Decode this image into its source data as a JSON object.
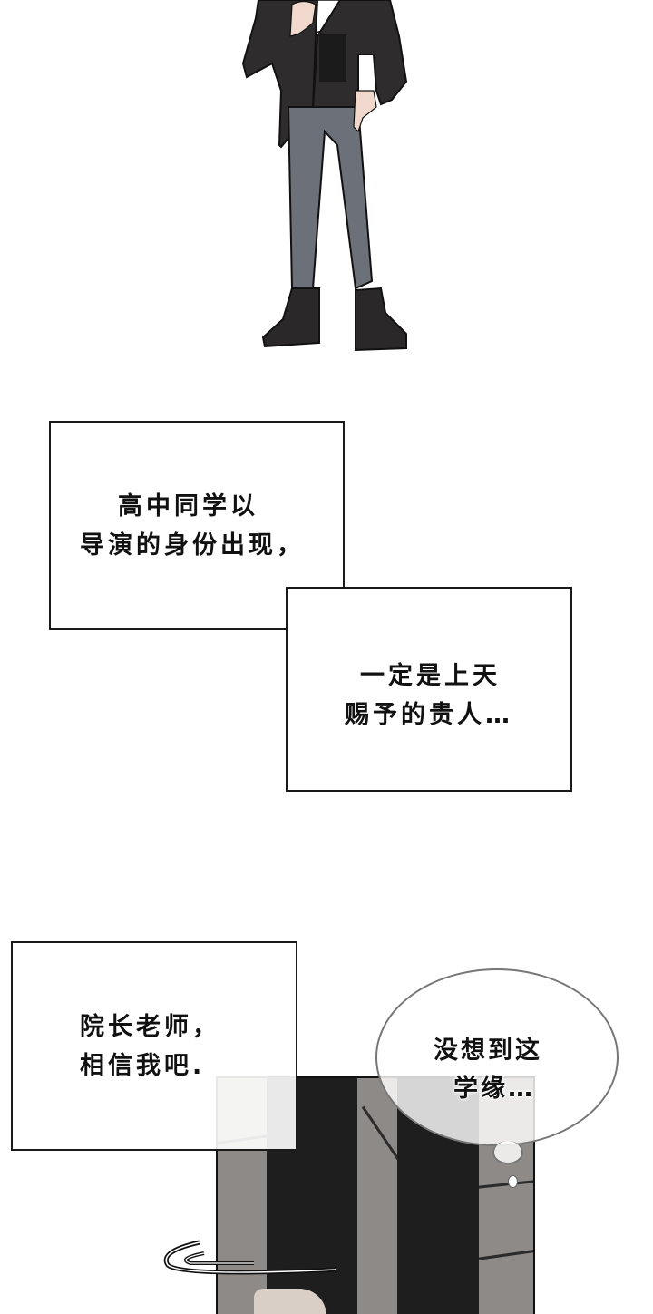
{
  "comic": {
    "panel1": {
      "description": "Standing figure in black jacket, grey jeans, black boots, holding a white paper",
      "colors": {
        "jacket": "#2e2c2c",
        "shirt": "#1b1b1b",
        "jeans": "#6b7079",
        "boots": "#2a2828",
        "skin": "#f1d8cc",
        "paper": "#ffffff"
      }
    },
    "caption1": {
      "lines": [
        "高中同学以",
        "导演的身份出现，"
      ]
    },
    "caption2": {
      "lines": [
        "一定是上天",
        "赐予的贵人…"
      ]
    },
    "caption3": {
      "lines": [
        "院长老师，",
        "相信我吧."
      ]
    },
    "bubble": {
      "lines": [
        "没想到这",
        "学缘…"
      ]
    },
    "panel2": {
      "description": "Close-up of legs in black trousers on tiled floor, motion swoosh lines",
      "colors": {
        "floor": "#8e8a88",
        "trousers": "#1f1e1e",
        "border": "#111111"
      }
    }
  }
}
